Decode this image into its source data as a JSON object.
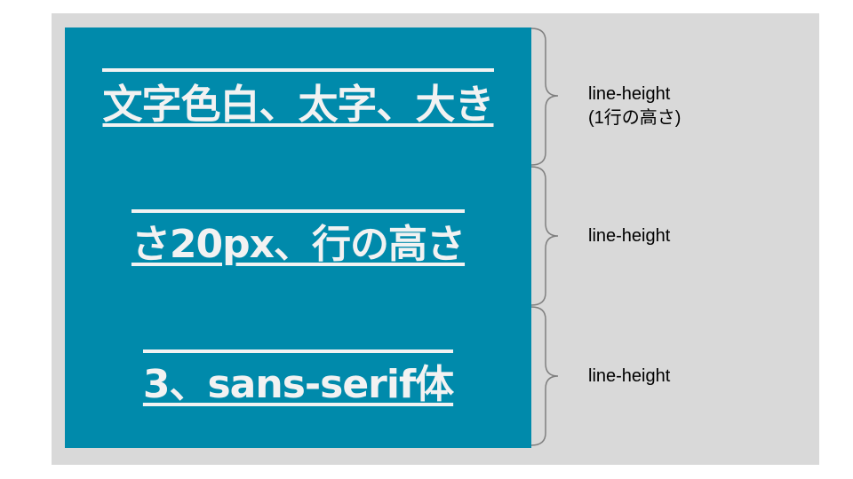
{
  "colors": {
    "background": "#d9d9d9",
    "textbox": "#008aab",
    "text": "#f2f2f2",
    "annotation": "#000000"
  },
  "lines": [
    {
      "text": "文字色白、太字、大き"
    },
    {
      "text": "さ20px、行の高さ"
    },
    {
      "text": "3、sans-serif体"
    }
  ],
  "annotations": [
    {
      "label": "line-height",
      "sublabel": "(1行の高さ)"
    },
    {
      "label": "line-height"
    },
    {
      "label": "line-height"
    }
  ]
}
